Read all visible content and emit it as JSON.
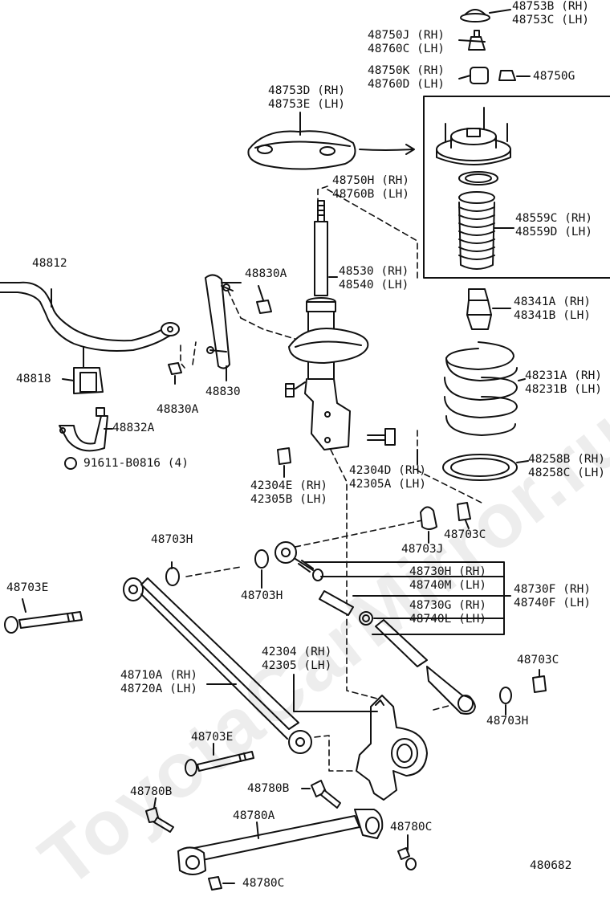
{
  "watermark": "ToyotaCarMirror.ru",
  "diagram_id": "480682",
  "colors": {
    "line": "#111111",
    "background": "#ffffff"
  },
  "labels": {
    "p48753bc": "48753B (RH)\n48753C (LH)",
    "p48750j": "48750J (RH)\n48760C (LH)",
    "p48750k": "48750K (RH)\n48760D (LH)",
    "p48750g": "48750G",
    "p48753de": "48753D (RH)\n48753E (LH)",
    "p48750h": "48750H (RH)\n48760B (LH)",
    "p48559": "48559C (RH)\n48559D (LH)",
    "p48812": "48812",
    "p48830a_top": "48830A",
    "p48530": "48530 (RH)\n48540 (LH)",
    "p48341": "48341A (RH)\n48341B (LH)",
    "p48231": "48231A (RH)\n48231B (LH)",
    "p48818": "48818",
    "p48830a_bot": "48830A",
    "p48830": "48830",
    "p48832a": "48832A",
    "p91611": "91611-B0816 (4)",
    "p42304d": "42304D (RH)\n42305A (LH)",
    "p42304e": "42304E (RH)\n42305B (LH)",
    "p48258": "48258B (RH)\n48258C (LH)",
    "p48703c_top": "48703C",
    "p48703j": "48703J",
    "p48703h_a": "48703H",
    "p48703h_b": "48703H",
    "p48730h": "48730H (RH)\n48740M (LH)",
    "p48730f": "48730F (RH)\n48740F (LH)",
    "p48730g": "48730G (RH)\n48740L (LH)",
    "p48703e_left": "48703E",
    "p42304": "42304 (RH)\n42305 (LH)",
    "p48710a": "48710A (RH)\n48720A (LH)",
    "p48703c_bot": "48703C",
    "p48703h_c": "48703H",
    "p48703e_mid": "48703E",
    "p48780b_mid": "48780B",
    "p48780b_left": "48780B",
    "p48780a": "48780A",
    "p48780c_right": "48780C",
    "p48780c_bot": "48780C"
  }
}
